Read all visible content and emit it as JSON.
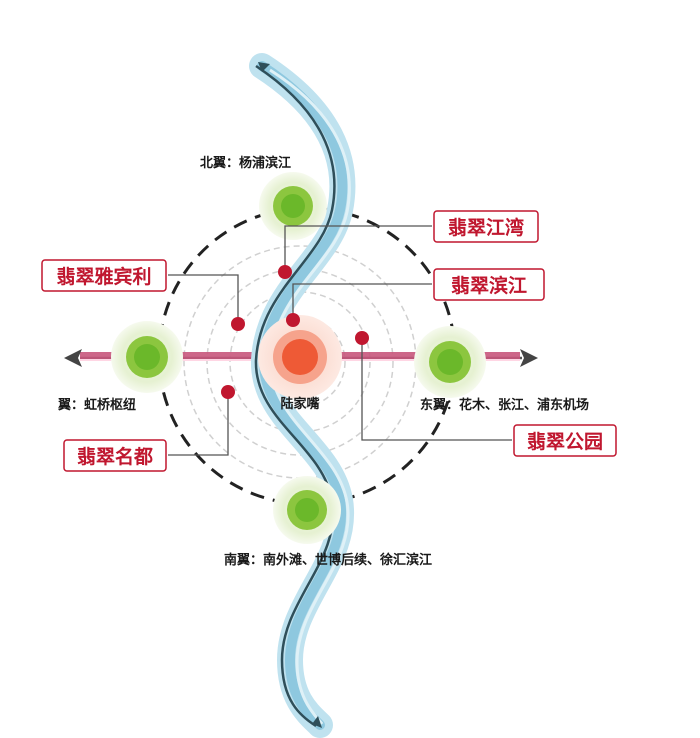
{
  "colors": {
    "accent": "#b5283f",
    "axis_line": "#c7557a",
    "river_light": "#a9d6e8",
    "river_dark": "#2f4f5a",
    "green_core": "#7fc234",
    "green_halo": "#e4f0cf",
    "red_core": "#ef5b3a",
    "red_halo": "#fbd2c6",
    "dashed_ring": "#222222",
    "inner_rings": "#c8c8c8",
    "dot": "#c0172f"
  },
  "center": {
    "label": "陆家嘴"
  },
  "wings": {
    "north": "北翼：杨浦滨江",
    "west": "翼：虹桥枢纽",
    "east": "东翼：花木、张江、浦东机场",
    "south": "南翼：南外滩、世博后续、徐汇滨江"
  },
  "callouts": {
    "jiangwan": "翡翠江湾",
    "binjiang": "翡翠滨江",
    "yabinli": "翡翠雅宾利",
    "mingdu": "翡翠名都",
    "gongyuan": "翡翠公园"
  }
}
